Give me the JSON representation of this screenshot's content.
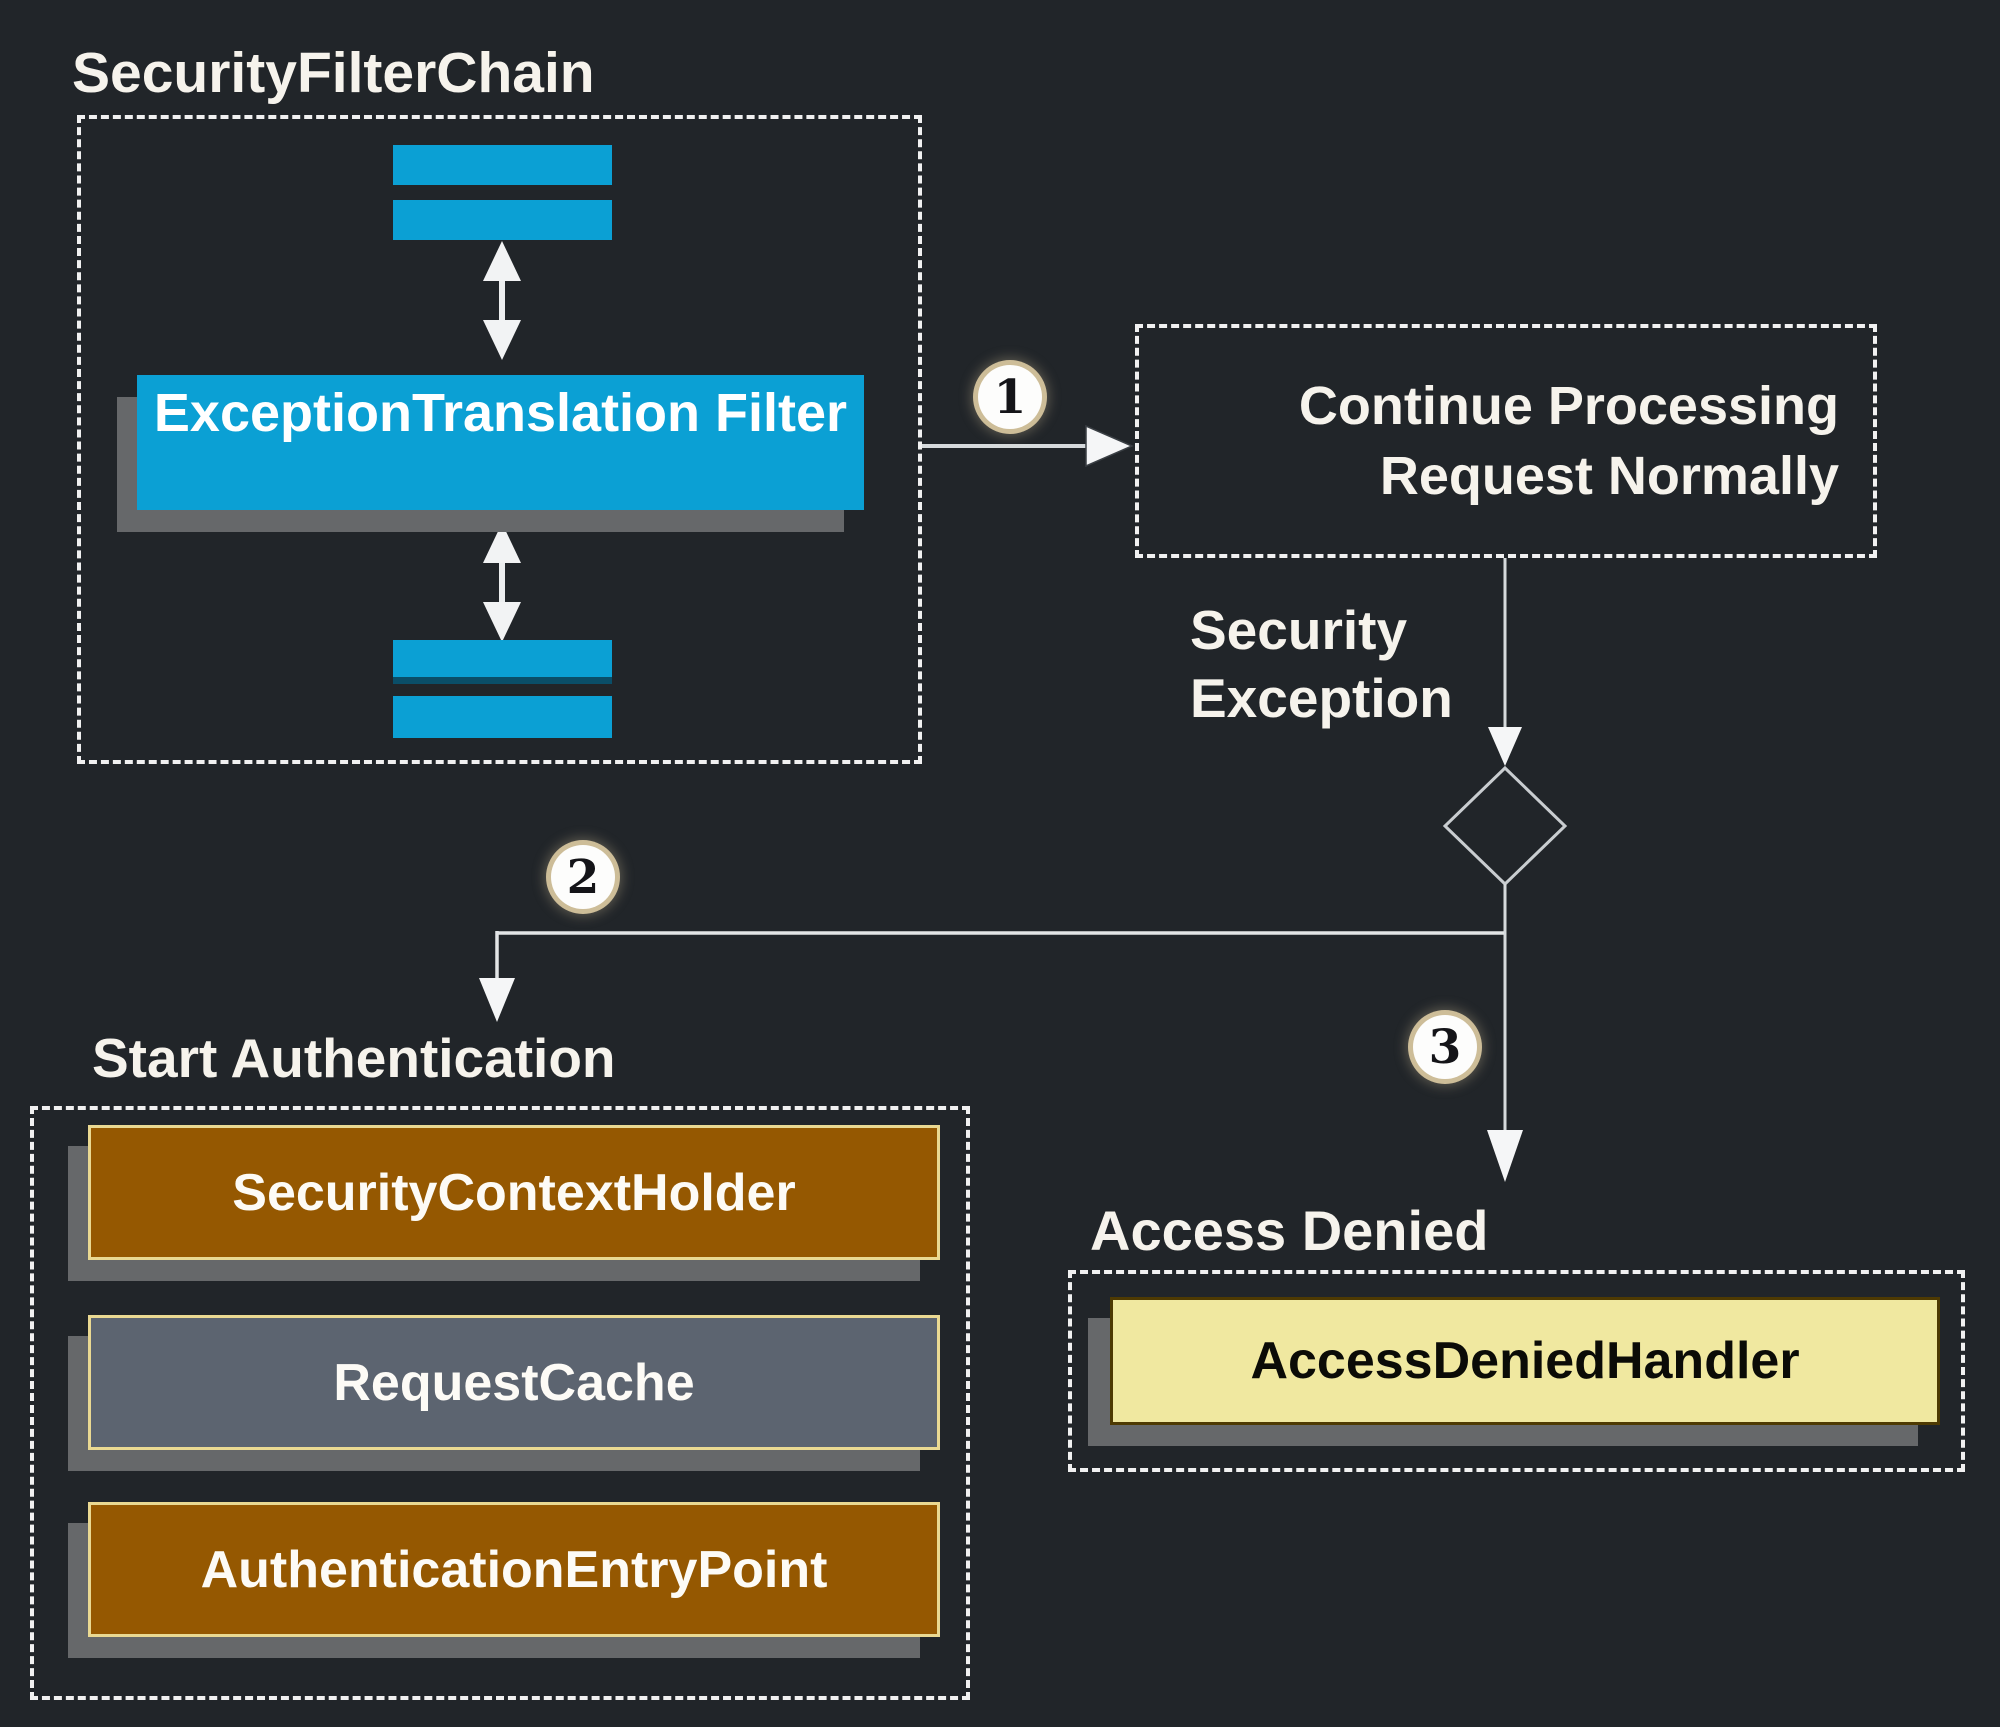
{
  "title": "SecurityFilterChain",
  "filter_chain": {
    "filter_line1": "ExceptionTranslation",
    "filter_line2": "Filter"
  },
  "steps": {
    "one": "1",
    "two": "2",
    "three": "3"
  },
  "continue_box": {
    "line1": "Continue Processing",
    "line2": "Request Normally"
  },
  "security_exception": {
    "line1": "Security",
    "line2": "Exception"
  },
  "start_authentication": {
    "label": "Start Authentication",
    "items": [
      {
        "label": "SecurityContextHolder"
      },
      {
        "label": "RequestCache"
      },
      {
        "label": "AuthenticationEntryPoint"
      }
    ]
  },
  "access_denied": {
    "label": "Access Denied",
    "handler_label": "AccessDeniedHandler"
  },
  "colors": {
    "background": "#212529",
    "filter_blue": "#0ba0d4",
    "component_brown": "#955801",
    "component_gray": "#5c6470",
    "handler_yellow": "#f0e8a0",
    "handler_border": "#4e3a02",
    "component_border_khaki": "#ead992",
    "shadow_gray": "#66686a",
    "connector_white": "#eceeef",
    "badge_ring_tan": "#cdbd98",
    "dashed_border": "#f1f1f1"
  }
}
